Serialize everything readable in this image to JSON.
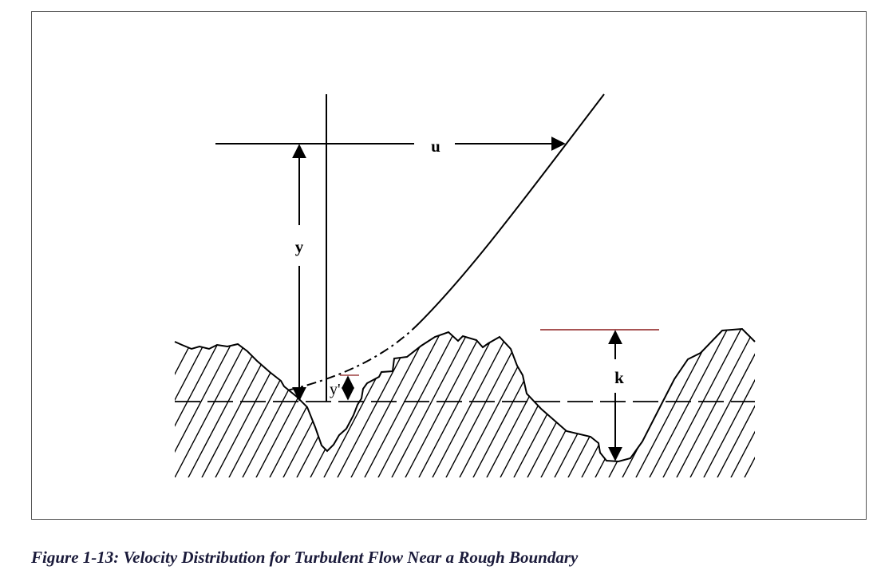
{
  "diagram": {
    "label_u": "u",
    "label_y": "y",
    "label_y_prime": "y'",
    "label_k": "k"
  },
  "caption": "Figure 1-13: Velocity Distribution for Turbulent Flow Near a Rough Boundary",
  "colors": {
    "line": "#000000",
    "roughness_top": "#8b1a1a",
    "caption": "#1a1a3a"
  }
}
